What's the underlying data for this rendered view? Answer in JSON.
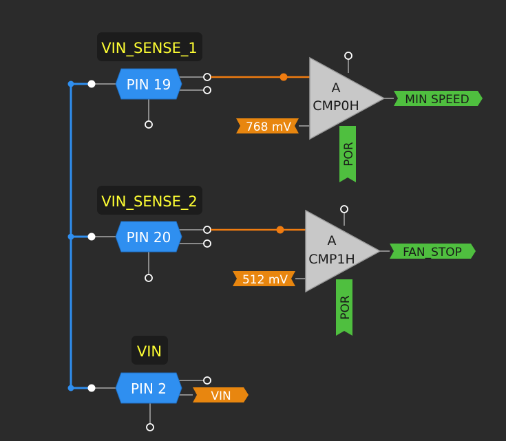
{
  "colors": {
    "background": "#2b2b2b",
    "bus": "#2f8ff0",
    "wire": "#8a8a8a",
    "signal": "#f07c10",
    "pin_fill": "#2f8ff0",
    "label_text": "#ffff33",
    "label_box": "#1c1c1c",
    "green": "#4fbf3f",
    "orange": "#e8860f"
  },
  "labels": {
    "sense1": "VIN_SENSE_1",
    "sense2": "VIN_SENSE_2",
    "vin": "VIN"
  },
  "pins": {
    "pin19": "PIN 19",
    "pin20": "PIN 20",
    "pin2": "PIN 2"
  },
  "comparators": {
    "cmp0": {
      "top": "A",
      "name": "CMP0H",
      "ref": "768 mV",
      "por": "POR",
      "output": "MIN SPEED"
    },
    "cmp1": {
      "top": "A",
      "name": "CMP1H",
      "ref": "512 mV",
      "por": "POR",
      "output": "FAN_STOP"
    }
  },
  "vin_tag": "VIN"
}
